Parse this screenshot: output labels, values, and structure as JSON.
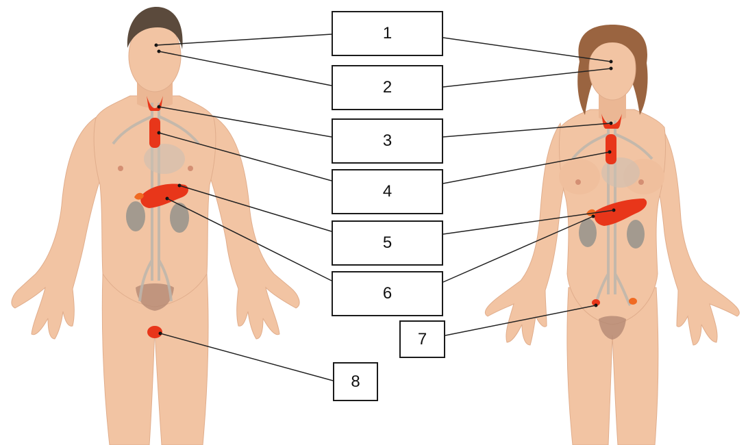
{
  "labels": {
    "box_1": "1",
    "box_2": "2",
    "box_3": "3",
    "box_4": "4",
    "box_5": "5",
    "box_6": "6",
    "box_7": "7",
    "box_8": "8"
  },
  "colors": {
    "skin": "#f2c4a3",
    "skin_shadow": "#d9a283",
    "hair_male": "#5b4a3c",
    "hair_female": "#9a6440",
    "organ": "#e8361a",
    "organ_dark": "#b8200e",
    "vessel": "#bdb6ad",
    "kidney": "#a39a8f",
    "leader_line": "#222222"
  }
}
